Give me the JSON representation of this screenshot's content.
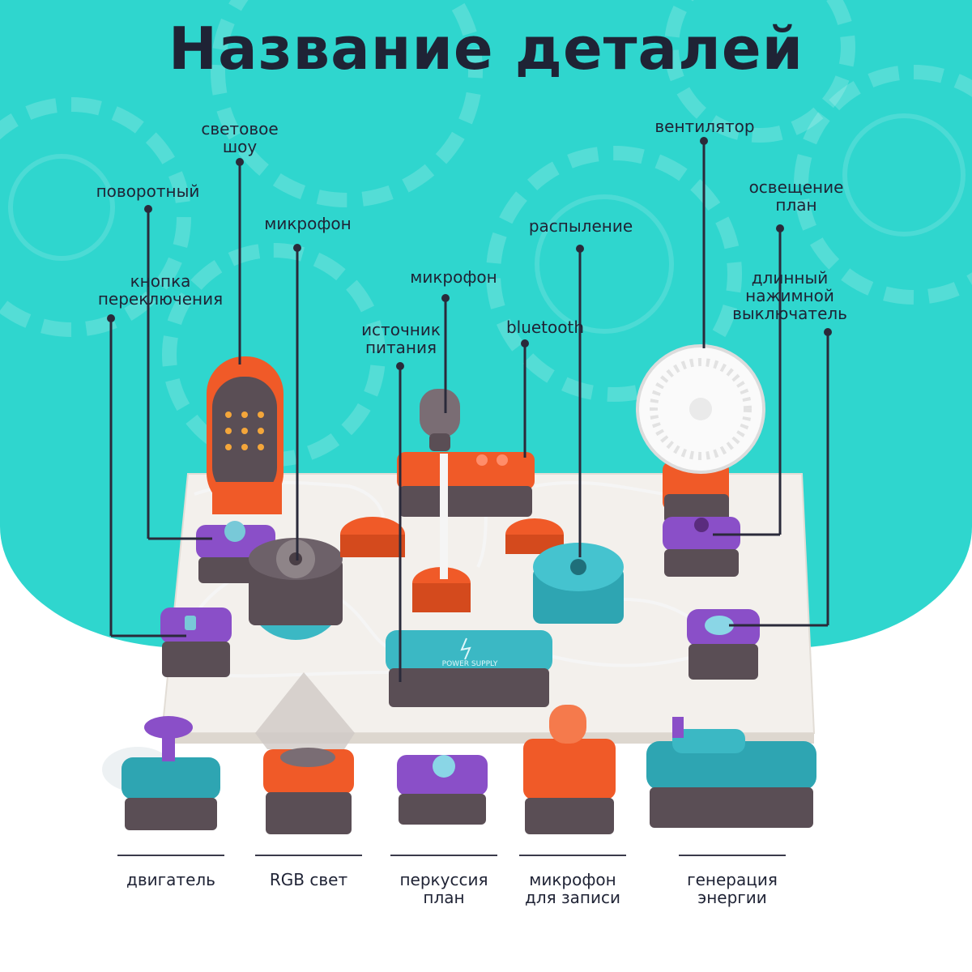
{
  "title": "Название деталей",
  "labels": {
    "light_show": "световое\nшоу",
    "fan": "вентилятор",
    "rotary": "поворотный",
    "light_plan": "освещение\nплан",
    "microphone_1": "микрофон",
    "spray": "распыление",
    "switch_button": "кнопка\nпереключения",
    "microphone_2": "микрофон",
    "long_switch": "длинный\nнажимной\nвыключатель",
    "power_source": "источник\nпитания",
    "bluetooth": "bluetooth"
  },
  "bottom_labels": {
    "motor": "двигатель",
    "rgb": "RGB свет",
    "percussion": "перкуссия\nплан",
    "record_mic": "микрофон\nдля записи",
    "energy": "генерация\nэнергии"
  },
  "module_text": {
    "power_supply": "POWER SUPPLY"
  },
  "colors": {
    "teal": "#2fd6ce",
    "orange": "#f05a28",
    "purple": "#8a4fc8",
    "cyan": "#3bb8c4",
    "dark": "#1f2335"
  }
}
